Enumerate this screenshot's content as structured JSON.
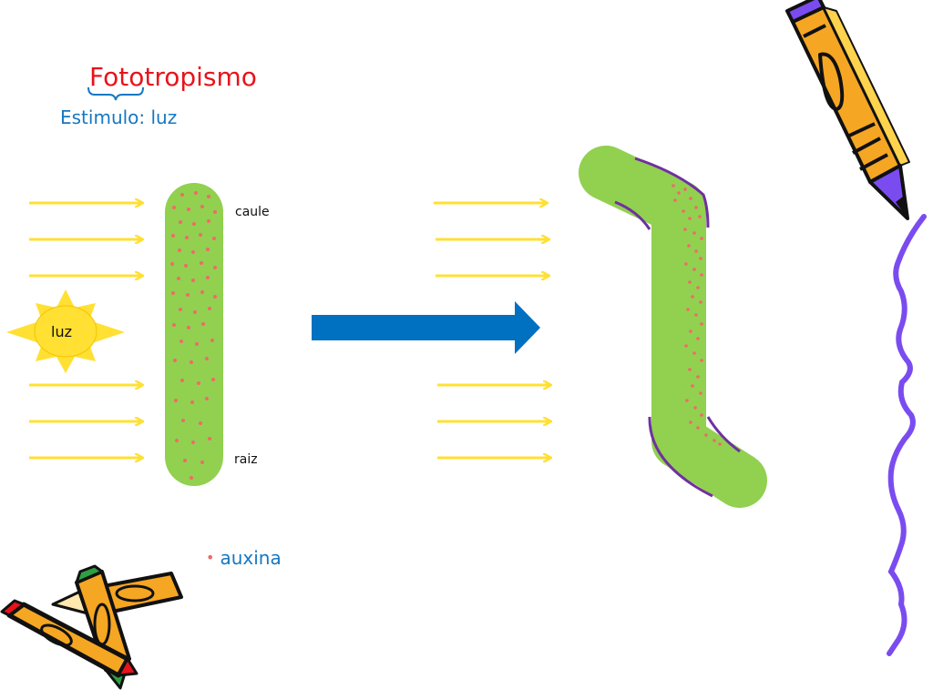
{
  "slide": {
    "title": "Fototropismo",
    "stimulus": "Estimulo: luz",
    "labels": {
      "stem_top": "caule",
      "stem_bottom": "raiz",
      "sun": "luz"
    },
    "legend": {
      "bullet": "•",
      "text": "auxina"
    }
  },
  "colors": {
    "title": "#e8131b",
    "stimulus": "#1677c2",
    "plant": "#92d050",
    "auxin": "#f06a6a",
    "light_rays": "#ffe033",
    "sun": "#ffe033",
    "process_arrow": "#0070c0",
    "curvature_outline": "#7030a0",
    "scribble": "#7a4cf0"
  },
  "icons": [
    "sun-icon",
    "process-arrow-icon",
    "pencil-clipart-icon",
    "crayons-clipart-icon",
    "scribble-line-icon"
  ]
}
